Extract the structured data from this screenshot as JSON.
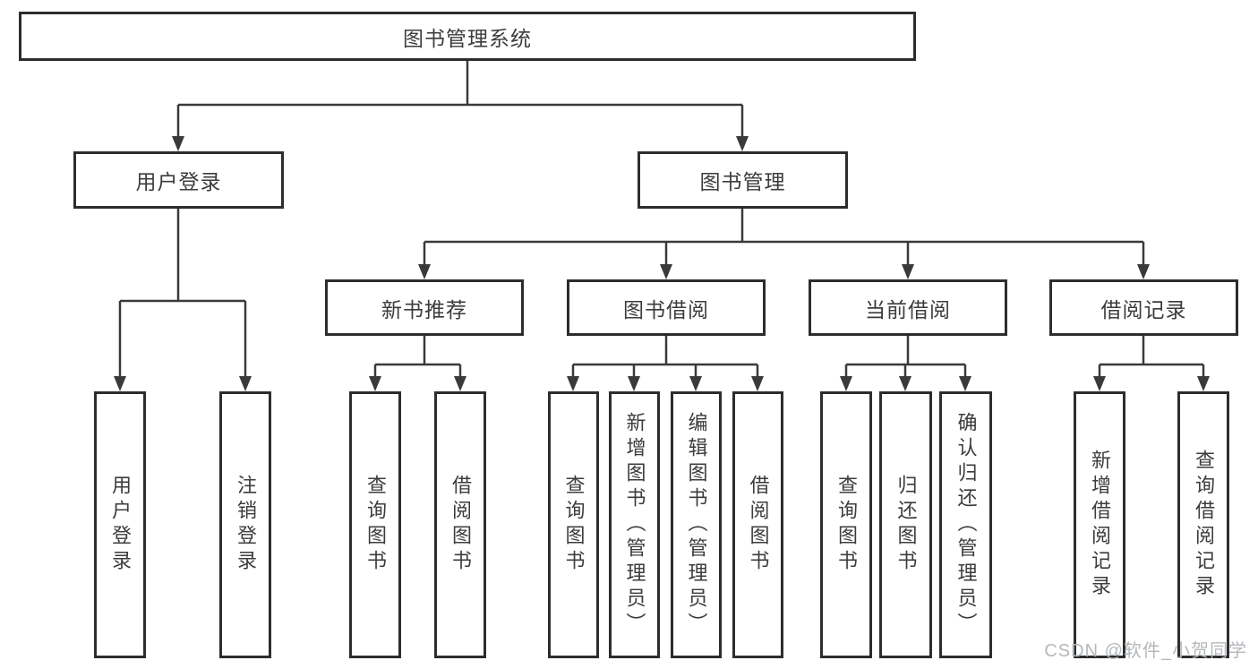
{
  "diagram": {
    "root": "图书管理系统",
    "branches": [
      {
        "label": "用户登录",
        "children": [
          "用户登录",
          "注销登录"
        ]
      },
      {
        "label": "图书管理",
        "children": [
          {
            "label": "新书推荐",
            "children": [
              "查询图书",
              "借阅图书"
            ]
          },
          {
            "label": "图书借阅",
            "children": [
              "查询图书",
              "新增图书（管理员）",
              "编辑图书（管理员）",
              "借阅图书"
            ]
          },
          {
            "label": "当前借阅",
            "children": [
              "查询图书",
              "归还图书",
              "确认归还（管理员）"
            ]
          },
          {
            "label": "借阅记录",
            "children": [
              "新增借阅记录",
              "查询借阅记录"
            ]
          }
        ]
      }
    ]
  },
  "watermark": "CSDN @软件_小贺同学",
  "colors": {
    "background": "#ffffff",
    "box_border": "#2d2d2d",
    "line": "#3a3a3a",
    "text": "#3c3c3c",
    "watermark": "#b4b8bc"
  }
}
